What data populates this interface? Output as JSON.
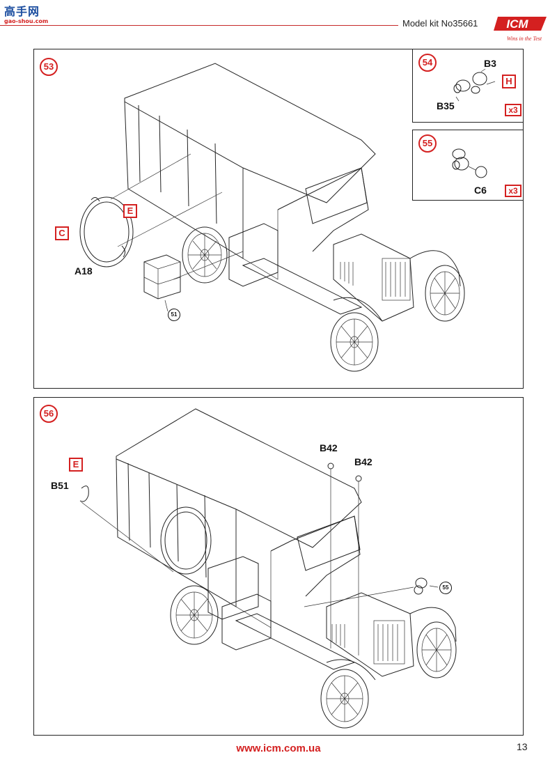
{
  "header": {
    "watermark_top": "高手网",
    "watermark_bottom": "gao-shou.com",
    "model_kit_label": "Model kit No35661",
    "brand": "ICM",
    "brand_tagline": "Wins in the Test"
  },
  "step53": {
    "number": "53",
    "parts": {
      "a18": "A18"
    },
    "paint_labels": {
      "c": "C",
      "e": "E"
    },
    "ref": "51"
  },
  "step54": {
    "number": "54",
    "parts": {
      "b3": "B3",
      "b35": "B35"
    },
    "paint_labels": {
      "h": "H"
    },
    "qty": "x3"
  },
  "step55": {
    "number": "55",
    "parts": {
      "c6": "C6"
    },
    "qty": "x3"
  },
  "step56": {
    "number": "56",
    "parts": {
      "b51": "B51",
      "b42_a": "B42",
      "b42_b": "B42"
    },
    "paint_labels": {
      "e": "E"
    },
    "ref": "55"
  },
  "footer": {
    "url": "www.icm.com.ua",
    "page": "13"
  },
  "colors": {
    "accent_red": "#d42020",
    "line": "#222222",
    "watermark_blue": "#1e4fa0"
  }
}
